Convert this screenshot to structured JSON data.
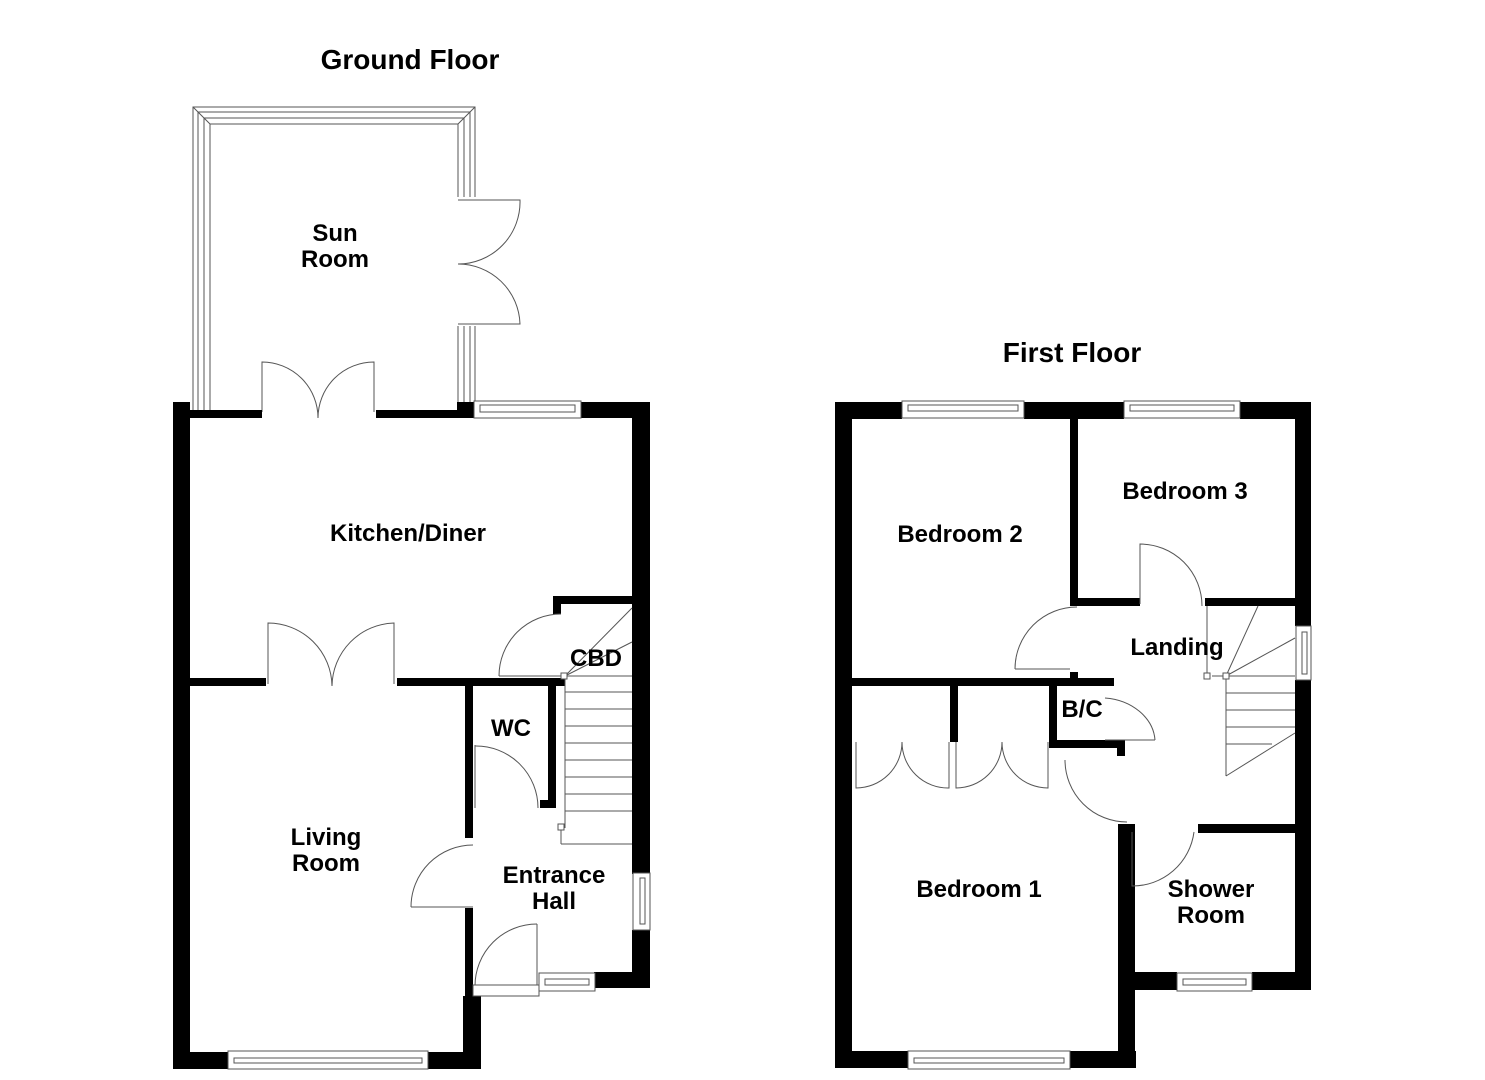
{
  "floors": [
    {
      "title": "Ground Floor",
      "rooms": [
        {
          "label": "Sun\nRoom"
        },
        {
          "label": "Kitchen/Diner"
        },
        {
          "label": "CBD"
        },
        {
          "label": "WC"
        },
        {
          "label": "Living\nRoom"
        },
        {
          "label": "Entrance\nHall"
        }
      ]
    },
    {
      "title": "First Floor",
      "rooms": [
        {
          "label": "Bedroom 2"
        },
        {
          "label": "Bedroom 3"
        },
        {
          "label": "Landing"
        },
        {
          "label": "B/C"
        },
        {
          "label": "Bedroom 1"
        },
        {
          "label": "Shower\nRoom"
        }
      ]
    }
  ],
  "colors": {
    "wall": "#000000",
    "line": "#555555",
    "background": "#ffffff"
  }
}
